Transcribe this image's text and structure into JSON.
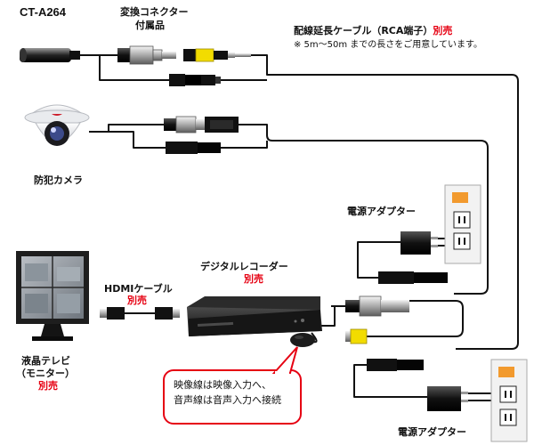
{
  "model": "CT-A264",
  "adapter": {
    "line1": "変換コネクター",
    "line2": "付属品"
  },
  "extension_cable": {
    "title": "配線延長ケーブル（RCA端子）",
    "tag": "別売",
    "note": "※ 5m〜50m までの長さをご用意しています。"
  },
  "camera": {
    "label": "防犯カメラ"
  },
  "power_adapter_top": {
    "label": "電源アダプター"
  },
  "power_adapter_bottom": {
    "label": "電源アダプター"
  },
  "recorder": {
    "label": "デジタルレコーダー",
    "tag": "別売"
  },
  "hdmi_cable": {
    "label": "HDMIケーブル",
    "tag": "別売"
  },
  "tv": {
    "line1": "液晶テレビ",
    "line2": "（モニター）",
    "tag": "別売"
  },
  "callout": {
    "line1": "映像線は映像入力へ、",
    "line2": "音声線は音声入力へ接続"
  },
  "colors": {
    "accent_red": "#e60012",
    "plug_yellow": "#f2dc00",
    "outlet_orange": "#f29a2e",
    "cable_black": "#111111"
  }
}
